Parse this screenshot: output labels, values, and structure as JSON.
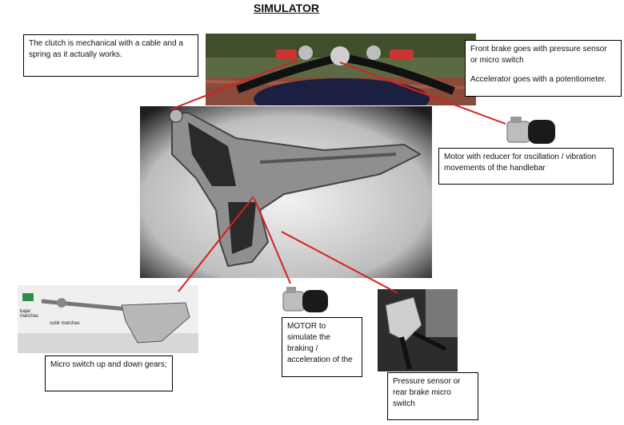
{
  "title": "SIMULATOR",
  "boxes": {
    "clutch": "The clutch is mechanical with a cable and a spring as it actually works.",
    "front_brake_1": "Front brake goes with pressure sensor or micro switch",
    "front_brake_2": "Accelerator goes with a potentiometer.",
    "motor_handlebar": "Motor with reducer for oscillation / vibration movements of the handlebar",
    "micro_switch": "Micro switch up and down gears;",
    "motor_braking": "MOTOR to simulate the braking / acceleration of the",
    "pressure_sensor": "Pressure sensor or rear brake micro switch"
  },
  "gear_labels": {
    "down": "bajar marchas",
    "up": "subir marchas"
  },
  "colors": {
    "arrow": "#d62020",
    "frame": "#9a9a9a",
    "background_dark": "#1a1a1a"
  }
}
